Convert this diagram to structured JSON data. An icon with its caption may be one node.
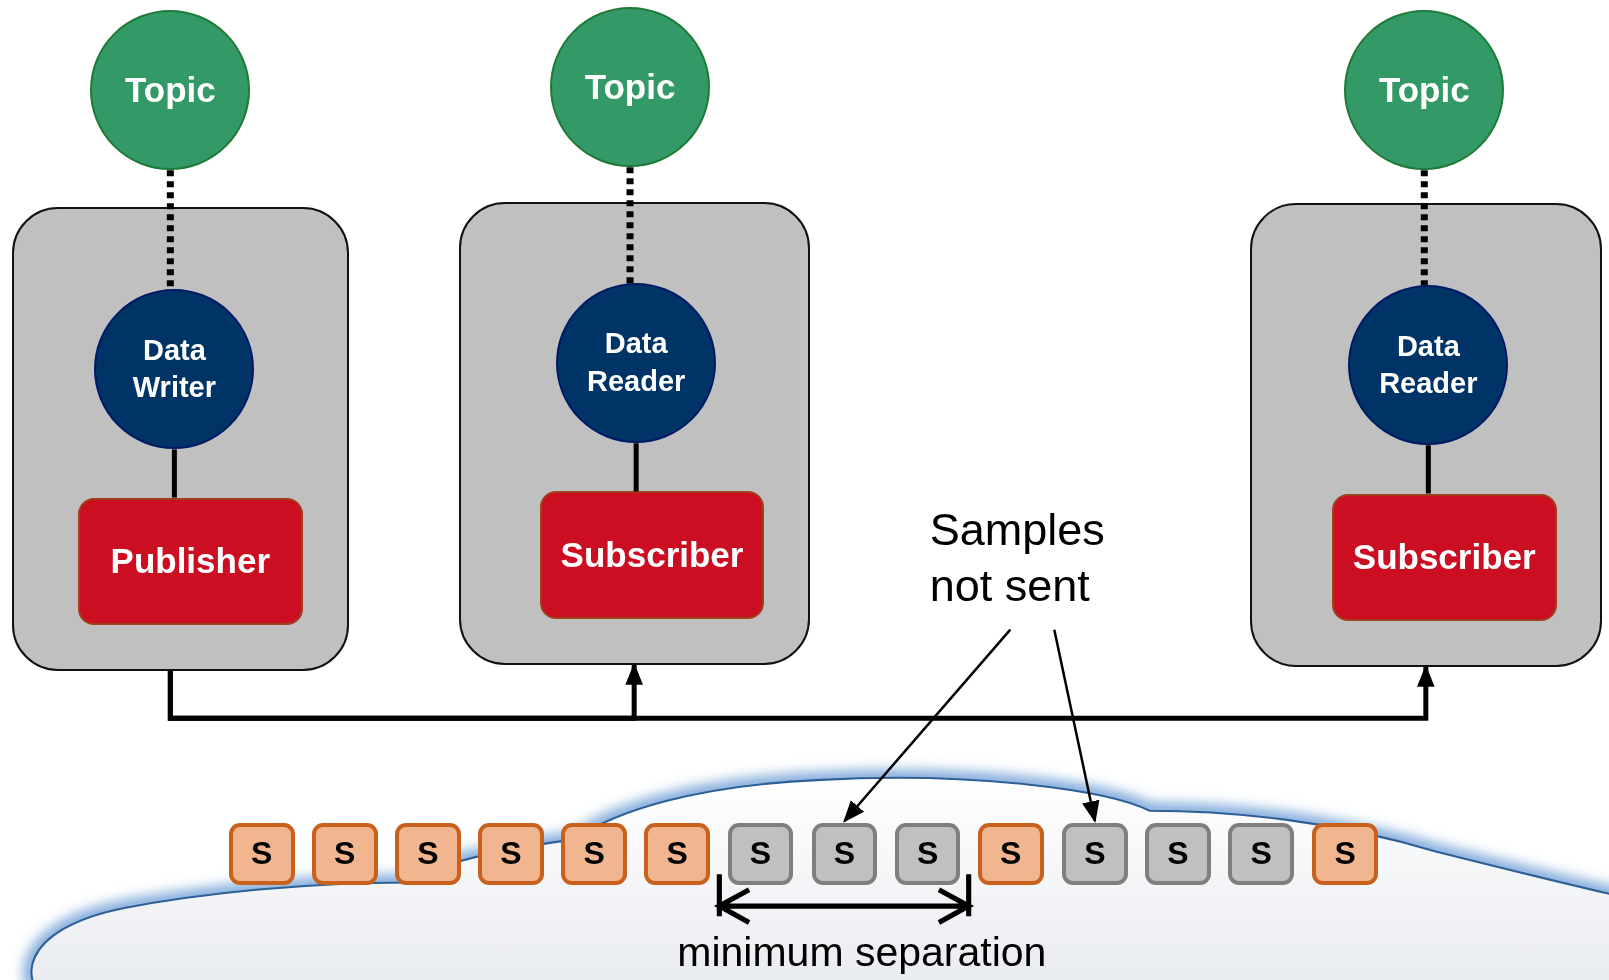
{
  "diagram": {
    "nodes": [
      {
        "text": [
          "Topic"
        ]
      },
      {
        "text": [],
        "shape": "box"
      },
      {
        "text": [
          "Data Writer"
        ],
        "in": 1
      },
      {
        "text": [
          "Publisher"
        ],
        "in": 1
      },
      {
        "text": [
          "Topic"
        ]
      },
      {
        "text": [],
        "shape": "box"
      },
      {
        "text": [
          "Data Reader"
        ],
        "in": 5
      },
      {
        "text": [
          "Subscriber"
        ],
        "in": 5
      },
      {
        "text": [
          "Topic"
        ]
      },
      {
        "text": [],
        "shape": "box"
      },
      {
        "text": [
          "Data Reader"
        ],
        "in": 9
      },
      {
        "text": [
          "Subscriber"
        ],
        "in": 9
      },
      {
        "text": [
          "Samples not sent"
        ]
      },
      {
        "text": [
          "S"
        ]
      },
      {
        "text": [
          "S"
        ]
      },
      {
        "text": [
          "S"
        ]
      },
      {
        "text": [
          "S"
        ]
      },
      {
        "text": [
          "S"
        ]
      },
      {
        "text": [
          "S"
        ]
      },
      {
        "text": [
          "S"
        ]
      },
      {
        "text": [
          "S"
        ]
      },
      {
        "text": [
          "S"
        ]
      },
      {
        "text": [
          "S"
        ]
      },
      {
        "text": [
          "S"
        ]
      },
      {
        "text": [
          "S"
        ]
      },
      {
        "text": [
          "S"
        ]
      },
      {
        "text": [
          "S"
        ]
      }
    ],
    "edges": [
      {
        "from": 0,
        "to": 2,
        "arrow": "none",
        "style": "dashed"
      },
      {
        "from": 2,
        "to": 3,
        "arrow": "none"
      },
      {
        "from": 4,
        "to": 6,
        "arrow": "none",
        "style": "dashed"
      },
      {
        "from": 6,
        "to": 7,
        "arrow": "none"
      },
      {
        "from": 8,
        "to": 10,
        "arrow": "none",
        "style": "dashed"
      },
      {
        "from": 10,
        "to": 11,
        "arrow": "none"
      },
      {
        "from": 1,
        "to": 5,
        "arrow": "to"
      },
      {
        "from": 1,
        "to": 9,
        "arrow": "to"
      },
      {
        "from": 12,
        "to": 20,
        "arrow": "to"
      },
      {
        "from": 12,
        "to": 23,
        "arrow": "to"
      }
    ],
    "labels": [
      "minimum separation"
    ]
  }
}
